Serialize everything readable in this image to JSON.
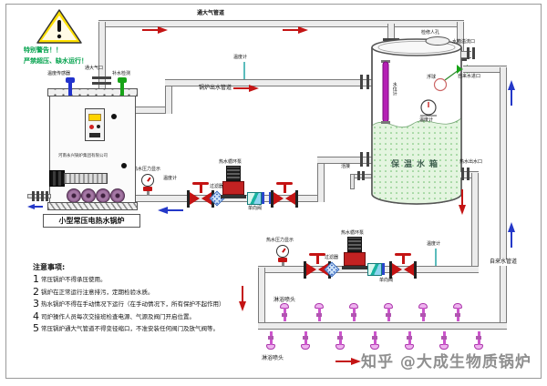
{
  "colors": {
    "valve_red": "#c41414",
    "arrow_blue": "#2438c8",
    "shower_magenta": "#cc55cc",
    "tank_water_green": "#e4f5e0",
    "level_gauge_purple": "#b520b5",
    "warning_yellow": "#ffe000",
    "warning_text_green": "#00a14b",
    "watermark_gray": "#8f8f8f"
  },
  "warning": {
    "line1": "特别警告！！",
    "line2": "严禁超压、缺水运行！"
  },
  "vent_line": {
    "label": "通大气管道",
    "boiler_vent_port": "通大气口"
  },
  "boiler": {
    "name": "小型常压电热水锅炉",
    "maker": "河南永兴锅炉集团有限公司",
    "temp_sensor": "温度传感器",
    "refill_detect": "补水检测"
  },
  "outlet_line": {
    "label": "锅炉出水管道",
    "thermometer": "温度计"
  },
  "return_line": {
    "pressure_gauge": "热水压力显示",
    "thermometer": "温度计",
    "filter": "过滤器",
    "pump": "热水循环泵",
    "check_valve": "单向阀",
    "union": "活接"
  },
  "tank": {
    "name": "保温水箱",
    "manhole": "检修人孔",
    "level_gauge": "水位计",
    "float_ball": "浮球",
    "thermometer": "温度计",
    "overflow_port": "水箱溢流口",
    "tap_inlet": "自来水进口",
    "hot_water_outlet": "热水出水口"
  },
  "tap_line": {
    "label": "自来水管道"
  },
  "supply_line": {
    "pressure_gauge": "热水压力显示",
    "filter": "过滤器",
    "pump": "热水循环泵",
    "check_valve": "单向阀",
    "thermometer": "温度计"
  },
  "shower": {
    "label": "淋浴喷头"
  },
  "notes": {
    "title": "注意事项:",
    "items": [
      {
        "num": "1",
        "text": "常压锅炉不得承压使用。"
      },
      {
        "num": "2",
        "text": "锅炉在正常运行注意排污，定期检验水质。"
      },
      {
        "num": "3",
        "text": "热水锅炉不得在手动情况下运行（在手动情况下，所有保护不起作用）"
      },
      {
        "num": "4",
        "text": "司炉操作人员每次交接班检查电源、气源及阀门开启位置。"
      },
      {
        "num": "5",
        "text": "常压锅炉通大气管道不得变径缩口，不准安装任何阀门及放气阀等。"
      }
    ]
  },
  "watermark": "知乎 @大成生物质锅炉"
}
